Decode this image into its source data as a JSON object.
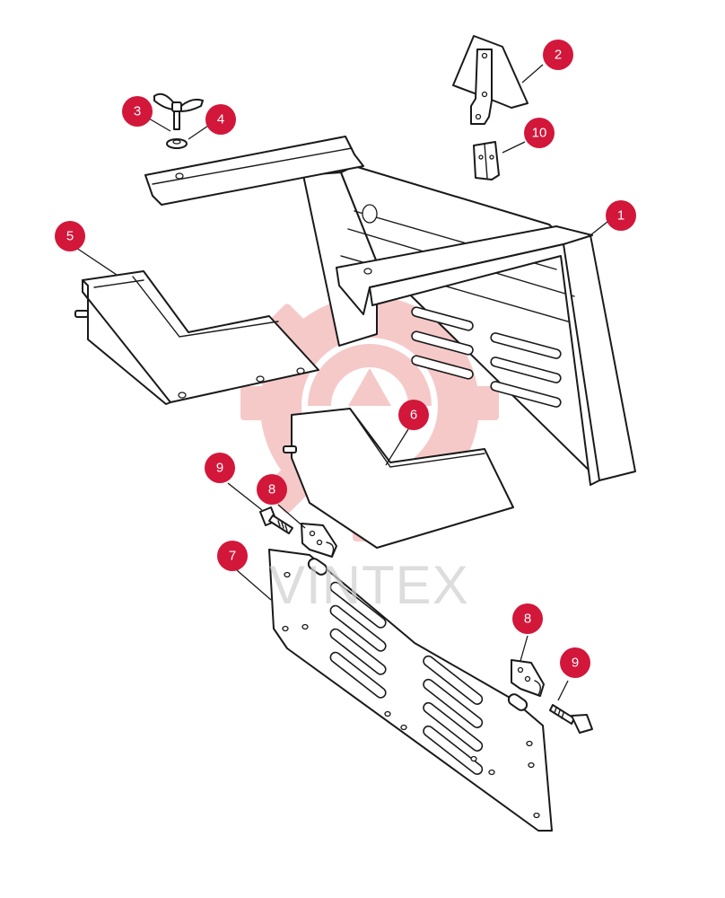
{
  "watermark": {
    "text": "VINTEX",
    "gear_color": "#f3b7b7"
  },
  "badge_color": "#d2173a",
  "callouts": [
    {
      "id": "c1",
      "label": "1"
    },
    {
      "id": "c2",
      "label": "2"
    },
    {
      "id": "c3",
      "label": "3"
    },
    {
      "id": "c4",
      "label": "4"
    },
    {
      "id": "c5",
      "label": "5"
    },
    {
      "id": "c6",
      "label": "6"
    },
    {
      "id": "c7",
      "label": "7"
    },
    {
      "id": "c8a",
      "label": "8"
    },
    {
      "id": "c8b",
      "label": "8"
    },
    {
      "id": "c9a",
      "label": "9"
    },
    {
      "id": "c9b",
      "label": "9"
    },
    {
      "id": "c10",
      "label": "10"
    }
  ]
}
